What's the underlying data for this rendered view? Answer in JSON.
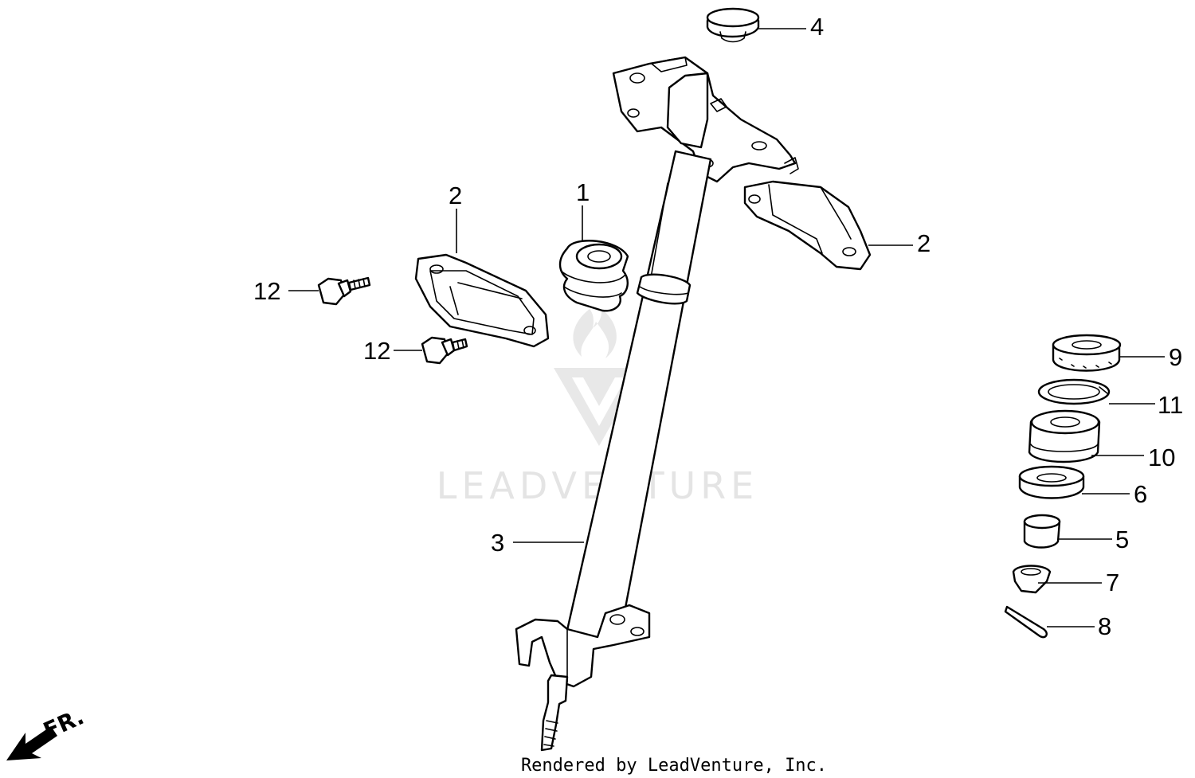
{
  "watermark": {
    "text": "LEADVENTURE"
  },
  "footer": {
    "rendered_by": "Rendered by LeadVenture, Inc."
  },
  "direction": {
    "label": "FR."
  },
  "callouts": [
    {
      "id": "c1",
      "number": "1"
    },
    {
      "id": "c2a",
      "number": "2"
    },
    {
      "id": "c2b",
      "number": "2"
    },
    {
      "id": "c3",
      "number": "3"
    },
    {
      "id": "c4",
      "number": "4"
    },
    {
      "id": "c5",
      "number": "5"
    },
    {
      "id": "c6",
      "number": "6"
    },
    {
      "id": "c7",
      "number": "7"
    },
    {
      "id": "c8",
      "number": "8"
    },
    {
      "id": "c9",
      "number": "9"
    },
    {
      "id": "c10",
      "number": "10"
    },
    {
      "id": "c11",
      "number": "11"
    },
    {
      "id": "c12a",
      "number": "12"
    },
    {
      "id": "c12b",
      "number": "12"
    }
  ],
  "colors": {
    "line": "#000000",
    "watermark": "#e4e4e4",
    "background": "#ffffff"
  }
}
